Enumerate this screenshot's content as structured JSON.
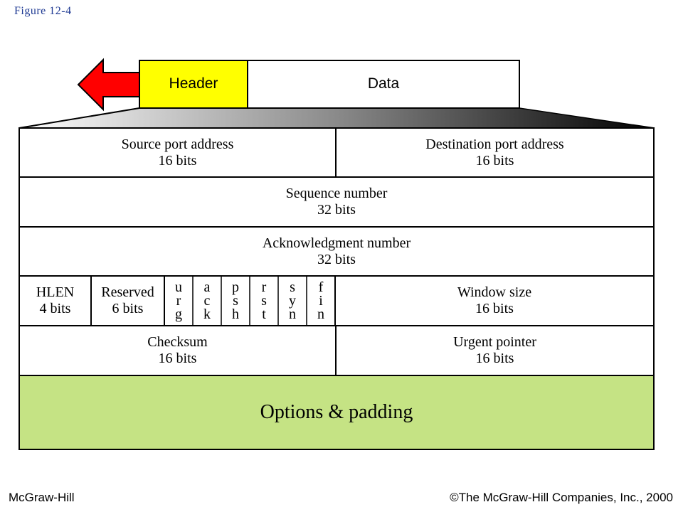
{
  "figure_label": "Figure  12-4",
  "segment": {
    "header_label": "Header",
    "data_label": "Data"
  },
  "fields": {
    "source_port": {
      "name": "Source port address",
      "bits": "16 bits"
    },
    "dest_port": {
      "name": "Destination port address",
      "bits": "16 bits"
    },
    "sequence": {
      "name": "Sequence number",
      "bits": "32 bits"
    },
    "ack": {
      "name": "Acknowledgment number",
      "bits": "32 bits"
    },
    "hlen": {
      "name": "HLEN",
      "bits": "4 bits"
    },
    "reserved": {
      "name": "Reserved",
      "bits": "6 bits"
    },
    "flags": [
      {
        "id": "urg",
        "letters": [
          "u",
          "r",
          "g"
        ]
      },
      {
        "id": "ack",
        "letters": [
          "a",
          "c",
          "k"
        ]
      },
      {
        "id": "psh",
        "letters": [
          "p",
          "s",
          "h"
        ]
      },
      {
        "id": "rst",
        "letters": [
          "r",
          "s",
          "t"
        ]
      },
      {
        "id": "syn",
        "letters": [
          "s",
          "y",
          "n"
        ]
      },
      {
        "id": "fin",
        "letters": [
          "f",
          "i",
          "n"
        ]
      }
    ],
    "window": {
      "name": "Window size",
      "bits": "16 bits"
    },
    "checksum": {
      "name": "Checksum",
      "bits": "16 bits"
    },
    "urgent": {
      "name": "Urgent pointer",
      "bits": "16 bits"
    },
    "options": {
      "name": "Options & padding"
    }
  },
  "colors": {
    "header_fill": "#ffff00",
    "arrow_fill": "#ff0000",
    "options_fill": "#c5e384"
  },
  "footer": {
    "left": "McGraw-Hill",
    "right": "©The McGraw-Hill Companies, Inc., 2000"
  }
}
